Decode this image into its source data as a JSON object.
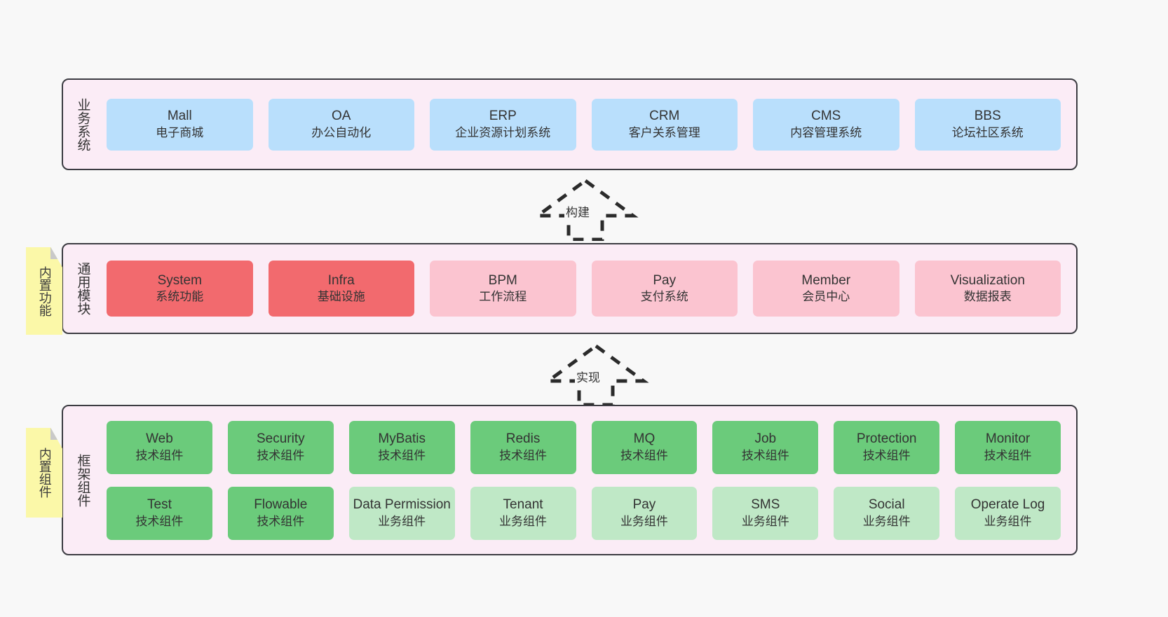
{
  "diagram": {
    "background": "#f8f8f8",
    "layers": [
      {
        "id": "business",
        "label": "业务系统",
        "cards": [
          {
            "title": "Mall",
            "subtitle": "电子商城",
            "color": "#b9dffc"
          },
          {
            "title": "OA",
            "subtitle": "办公自动化",
            "color": "#b9dffc"
          },
          {
            "title": "ERP",
            "subtitle": "企业资源计划系统",
            "color": "#b9dffc"
          },
          {
            "title": "CRM",
            "subtitle": "客户关系管理",
            "color": "#b9dffc"
          },
          {
            "title": "CMS",
            "subtitle": "内容管理系统",
            "color": "#b9dffc"
          },
          {
            "title": "BBS",
            "subtitle": "论坛社区系统",
            "color": "#b9dffc"
          }
        ]
      },
      {
        "id": "modules",
        "label": "通用模块",
        "cards": [
          {
            "title": "System",
            "subtitle": "系统功能",
            "color": "#f26a6e"
          },
          {
            "title": "Infra",
            "subtitle": "基础设施",
            "color": "#f26a6e"
          },
          {
            "title": "BPM",
            "subtitle": "工作流程",
            "color": "#fbc4d0"
          },
          {
            "title": "Pay",
            "subtitle": "支付系统",
            "color": "#fbc4d0"
          },
          {
            "title": "Member",
            "subtitle": "会员中心",
            "color": "#fbc4d0"
          },
          {
            "title": "Visualization",
            "subtitle": "数据报表",
            "color": "#fbc4d0"
          }
        ]
      },
      {
        "id": "framework",
        "label": "框架组件",
        "rows": [
          [
            {
              "title": "Web",
              "subtitle": "技术组件",
              "color": "#6bcb7b"
            },
            {
              "title": "Security",
              "subtitle": "技术组件",
              "color": "#6bcb7b"
            },
            {
              "title": "MyBatis",
              "subtitle": "技术组件",
              "color": "#6bcb7b"
            },
            {
              "title": "Redis",
              "subtitle": "技术组件",
              "color": "#6bcb7b"
            },
            {
              "title": "MQ",
              "subtitle": "技术组件",
              "color": "#6bcb7b"
            },
            {
              "title": "Job",
              "subtitle": "技术组件",
              "color": "#6bcb7b"
            },
            {
              "title": "Protection",
              "subtitle": "技术组件",
              "color": "#6bcb7b"
            },
            {
              "title": "Monitor",
              "subtitle": "技术组件",
              "color": "#6bcb7b"
            }
          ],
          [
            {
              "title": "Test",
              "subtitle": "技术组件",
              "color": "#6bcb7b"
            },
            {
              "title": "Flowable",
              "subtitle": "技术组件",
              "color": "#6bcb7b"
            },
            {
              "title": "Data Permission",
              "subtitle": "业务组件",
              "color": "#bfe8c6"
            },
            {
              "title": "Tenant",
              "subtitle": "业务组件",
              "color": "#bfe8c6"
            },
            {
              "title": "Pay",
              "subtitle": "业务组件",
              "color": "#bfe8c6"
            },
            {
              "title": "SMS",
              "subtitle": "业务组件",
              "color": "#bfe8c6"
            },
            {
              "title": "Social",
              "subtitle": "业务组件",
              "color": "#bfe8c6"
            },
            {
              "title": "Operate Log",
              "subtitle": "业务组件",
              "color": "#bfe8c6"
            }
          ]
        ]
      }
    ],
    "notes": [
      {
        "id": "builtin-function",
        "text": "内置功能",
        "color": "#fbf8a8"
      },
      {
        "id": "builtin-component",
        "text": "内置组件",
        "color": "#fbf8a8"
      }
    ],
    "connectors": [
      {
        "id": "build",
        "label": "构建",
        "style": "dashed-hollow-arrow",
        "direction": "up"
      },
      {
        "id": "implement",
        "label": "实现",
        "style": "dashed-hollow-arrow",
        "direction": "up"
      }
    ]
  }
}
